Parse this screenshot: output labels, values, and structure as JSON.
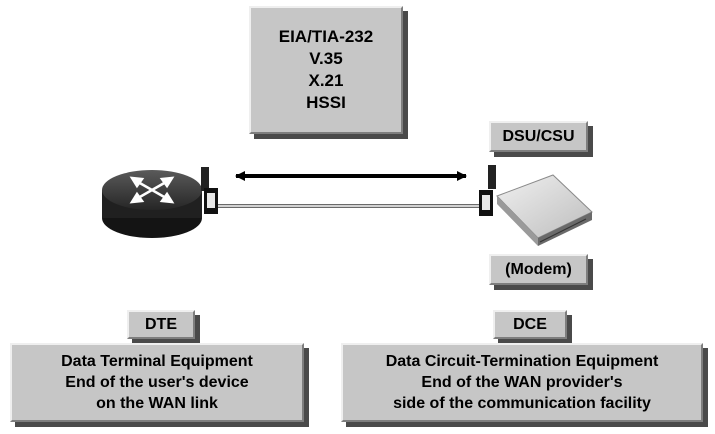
{
  "standards": {
    "lines": [
      "EIA/TIA-232",
      "V.35",
      "X.21",
      "HSSI"
    ]
  },
  "labels": {
    "dsu_csu": "DSU/CSU",
    "modem": "(Modem)",
    "dte": "DTE",
    "dce": "DCE"
  },
  "dte_description": {
    "lines": [
      "Data Terminal Equipment",
      "End of the user's device",
      "on the WAN link"
    ]
  },
  "dce_description": {
    "lines": [
      "Data Circuit-Termination Equipment",
      "End of the WAN provider's",
      "side of the communication facility"
    ]
  },
  "colors": {
    "box_fill": "#c6c6c6",
    "box_shadow": "#4a4a4a",
    "router": "#404040"
  },
  "icons": {
    "router": "router-icon",
    "modem": "modem-icon",
    "arrow": "double-arrow-icon",
    "connector": "serial-connector-icon"
  }
}
